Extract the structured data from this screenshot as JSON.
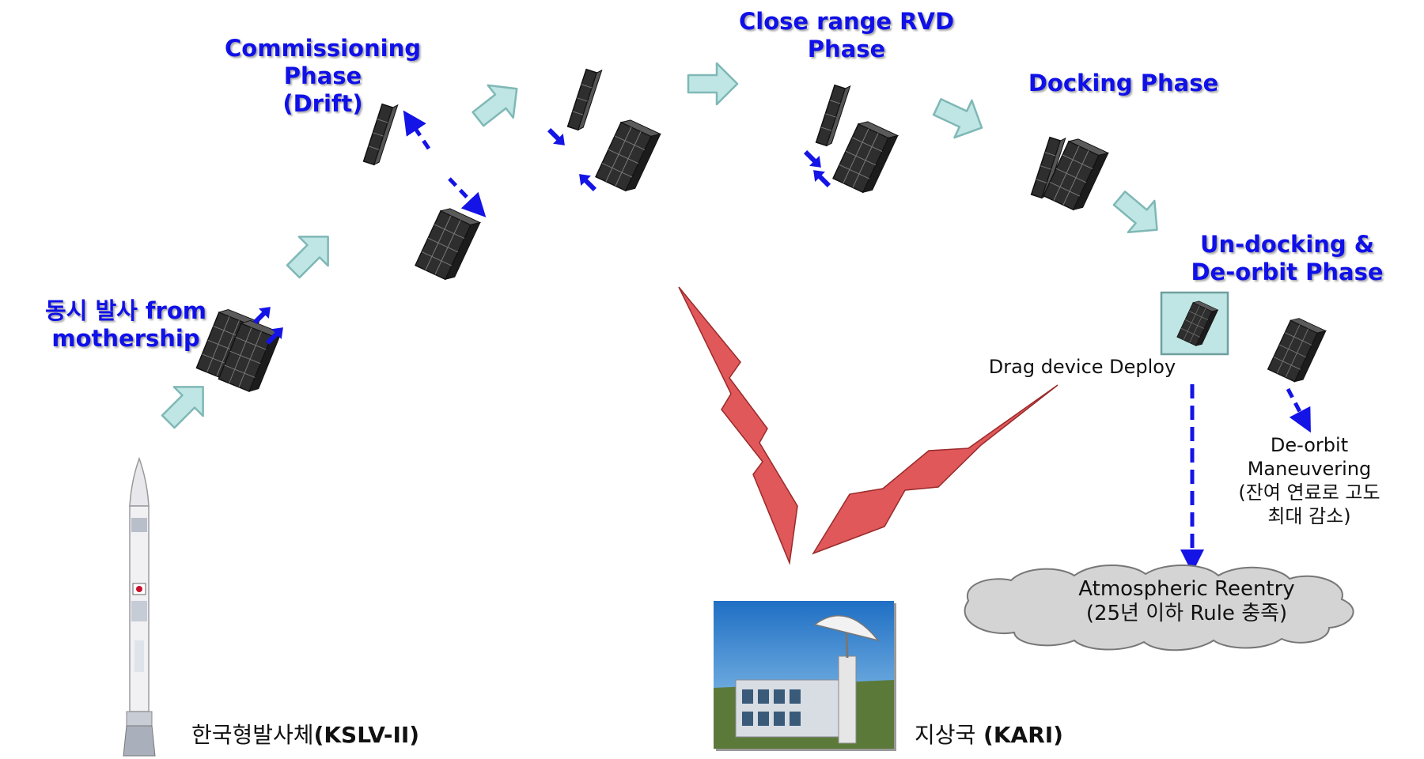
{
  "phases": {
    "launch": [
      "동시 발사 from",
      "mothership"
    ],
    "commissioning": [
      "Commissioning",
      "Phase",
      "(Drift)"
    ],
    "close_range": [
      "Close range RVD",
      "Phase"
    ],
    "docking": [
      "Docking Phase"
    ],
    "undocking": [
      "Un-docking &",
      "De-orbit Phase"
    ]
  },
  "notes": {
    "drag_device": "Drag device Deploy",
    "deorbit": [
      "De-orbit",
      "Maneuvering",
      "(잔여 연료로 고도",
      "최대 감소)"
    ],
    "reentry": [
      "Atmospheric Reentry",
      "(25년 이하 Rule 충족)"
    ]
  },
  "captions": {
    "rocket_kr": "한국형발사체",
    "rocket_en": "(KSLV-II)",
    "ground_kr": "지상국",
    "ground_en": " (KARI)"
  },
  "colors": {
    "phase_text": "#1010e8",
    "flow_arrow": "#bfe6e4",
    "flow_arrow_edge": "#7fb8b6",
    "motion_arrow": "#1414e6",
    "comm_link": "#e0585a",
    "satellite": "#2a2a2a",
    "cloud": "#d4d4d4"
  },
  "icons": [
    "satellite-icon",
    "rocket-icon",
    "ground-station-photo",
    "cloud-shape"
  ]
}
